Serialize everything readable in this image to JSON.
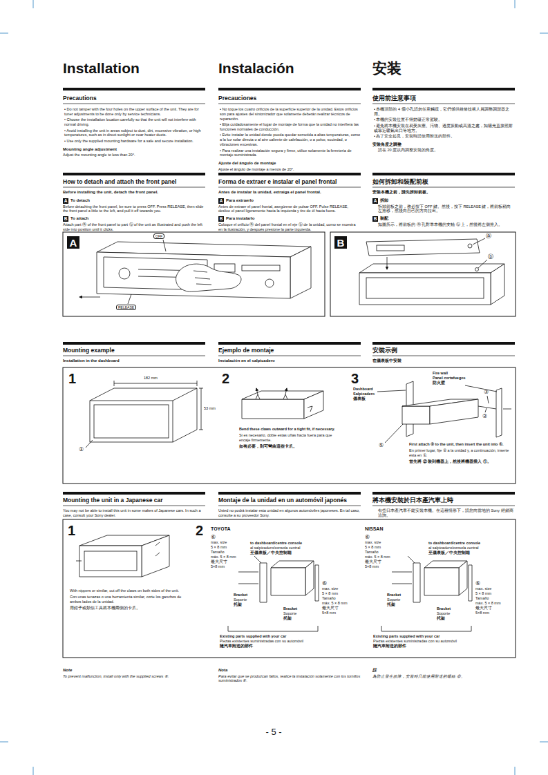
{
  "diagram": {
    "title": "Installation",
    "nodes": [
      {
        "text": [
          "A"
        ]
      },
      {
        "text": [
          "B"
        ]
      }
    ],
    "labels": [
      "Instalación",
      "安装",
      "Precautions",
      "Precauciones",
      "使用前注意事項",
      "• Do not tamper with the four holes on the upper surface of the unit. They are for tuner adjustments to be done only by service technicians.",
      "• Choose the installation location carefully so that the unit will not interfere with normal driving.",
      "• Avoid installing the unit in areas subject to dust, dirt, excessive vibration, or high temperatures, such as in direct sunlight or near heater ducts.",
      "• Use only the supplied mounting hardware for a safe and secure installation.",
      "Mounting angle adjustment",
      "Adjust the mounting angle to less than 20°.",
      "• No toque los cuatro orificios de la superficie superior de la unidad. Estos orificios son para ajustes del sintonizador que solamente deberán realizar técnicos de reparación.",
      "• Elija cuidadosamente el lugar de montaje de forma que la unidad no interfiera las funciones normales de conducción.",
      "• Evite instalar la unidad donde pueda quedar sometida a altas temperaturas, como a la luz solar directa o al aire caliente de calefacción, o a polvo, suciedad, o vibraciones excesivas.",
      "• Para realizar una instalación segura y firme, utilice solamente la ferretería de montaje suministrada.",
      "Ajuste del ángulo de montaje",
      "Ajuste el ángulo de montaje a menos de 20°.",
      "• 本機頂部的 4 個小孔請勿任意觸摸，它們係供維修技術人員調整調諧器之用。",
      "• 本機的安裝位置不得妨礙正常駕駛。",
      "• 避免將本機安裝在易受灰塵、污物、過度振動或高溫之處，如陽光直接照射或靠近暖氣出口等地方。",
      "• 為了安全起見，安裝時請使用附送的部件。",
      "安裝角度之調整",
      "請在 20 度以內調整安裝的角度。",
      "How to detach and attach the front panel",
      "Before installing the unit, detach the front panel.",
      "A",
      "To detach",
      "Before detaching the front panel, be sure to press OFF. Press RELEASE, then slide the front panel a little to the left, and pull it off towards you.",
      "B",
      "To attach",
      "Attach part ⓐ of the front panel to part ⓑ of the unit as illustrated and push the left side into position until it clicks.",
      "Forma de extraer e instalar el panel frontal",
      "Antes de instalar la unidad, extraiga el panel frontal.",
      "A",
      "Para extraerlo",
      "Antes de extraer el panel frontal, asegúrese de pulsar OFF. Pulse RELEASE, deslice el panel ligeramente hacia la izquierda y tire de él hacia fuera.",
      "B",
      "Para instalarlo",
      "Coloque el orificio ⓐ del panel frontal en el eje ⓑ de la unidad, como se muestra en la ilustración, y después presione la parte izquierda.",
      "如何拆卸和裝配前板",
      "安裝本機之前，請先拆卸前板。",
      "A",
      "拆卸",
      "拆卸前板之前，務必按下 OFF 鍵。然後，按下 RELEASE 鍵，將前板稍向左推移，然後向自己的方向拉出。",
      "B",
      "裝配",
      "如圖所示，將前板的 ⓐ 孔對準本機的支軸 ⓑ 上，然後將左側推入。",
      "OFF",
      "RELEASE",
      "ⓐ",
      "ⓑ",
      "Mounting example",
      "Ejemplo de montaje",
      "安裝示例",
      "Installation in the dashboard",
      "Instalación en el salpicadero",
      "在儀表板中安裝",
      "1",
      "2",
      "3",
      "182 mm",
      "53 mm",
      "①",
      "Bend these claws outward for a tight fit, if necessary.",
      "Si es necesario, doble estas uñas hacia fuera para que encaje firmemente.",
      "如有必要，則可彎曲這些卡爪。",
      "Fire wall",
      "Panel cortafuegos",
      "防火壁",
      "Dashboard",
      "Salpicadero",
      "儀表板",
      "③",
      "②",
      "⑤",
      "First attach ② to the unit, then insert the unit into ①.",
      "En primer lugar, fije ② a la unidad y, a continuación, inserte ésta en ①.",
      "首先將 ② 裝到機器上，然後將機器插入 ①。",
      "Mounting the unit in a Japanese car",
      "Montaje de la unidad en un automóvil japonés",
      "將本機安裝於日本產汽車上時",
      "You may not be able to install this unit in some makes of Japanese cars. In such a case, consult your Sony dealer.",
      "Usted no podrá instalar esta unidad en algunos automóviles japoneses. En tal caso, consulte a su proveedor Sony.",
      "有些日本產汽車不能安裝本機。在這種情形下，請您向當地的 Sony 經銷商洽詢。",
      "1",
      "2",
      "TOYOTA",
      "NISSAN",
      "With nippers or similar, cut off the claws on both sides of the unit.",
      "Con unas tenazas o una herramienta similar, corte los ganchos de ambos lados de la unidad.",
      "用鉗子或類似工具將本機兩側的卡爪。",
      "⑥",
      "max. size",
      "5 × 8 mm",
      "Tamaño",
      "máx. 5 × 8 mm",
      "最大尺寸",
      "5×8 mm",
      "to dashboard/centre console",
      "al salpicadero/consola central",
      "至儀表板／中央控制箱",
      "Bracket",
      "Soporte",
      "托架",
      "⑥",
      "max. size",
      "5 × 8 mm",
      "Tamaño",
      "máx. 5 × 8 mm",
      "最大尺寸",
      "5×8 mm",
      "Bracket",
      "Soporte",
      "托架",
      "Existing parts supplied with your car",
      "Piezas existentes suministradas con su automóvil",
      "隨汽車附送的部件",
      "⑥",
      "max. size",
      "5 × 8 mm",
      "Tamaño",
      "máx. 5 × 8 mm",
      "最大尺寸",
      "5×8 mm",
      "to dashboard/centre console",
      "al salpicadero/consola central",
      "至儀表板／中央控制箱",
      "Bracket",
      "Soporte",
      "托架",
      "⑥",
      "max. size",
      "5 × 8 mm",
      "Tamaño",
      "máx. 5 × 8 mm",
      "最大尺寸",
      "5×8 mm",
      "Bracket",
      "Soporte",
      "托架",
      "Existing parts supplied with your car",
      "Piezas existentes suministradas con su automóvil",
      "隨汽車附送的部件",
      "Note",
      "To prevent malfunction, install only with the supplied screws ⑥.",
      "Nota",
      "Para evitar que se produzcan fallos, realice la instalación solamente con los tornillos suministrados ⑥.",
      "註",
      "為防止發生故障，安裝時只能使用附送的螺絲 ⑥。",
      "- 5 -"
    ]
  }
}
